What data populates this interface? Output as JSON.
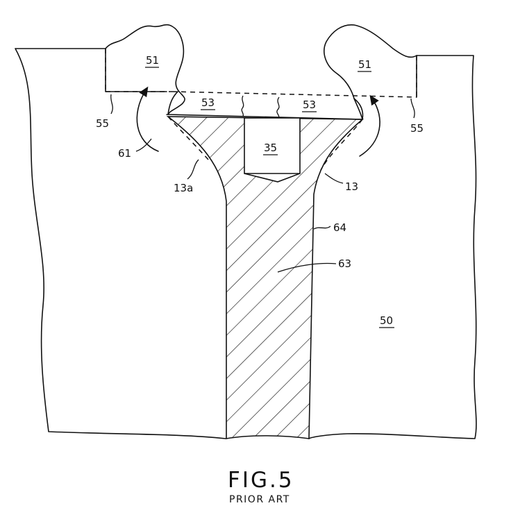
{
  "figure": {
    "title": "FIG.5",
    "subtitle": "PRIOR ART"
  },
  "labels": {
    "l51_left": "51",
    "l51_right": "51",
    "l53_left": "53",
    "l53_right": "53",
    "l35": "35",
    "l55_left": "55",
    "l55_right": "55",
    "l61": "61",
    "l13a": "13a",
    "l13": "13",
    "l64": "64",
    "l63": "63",
    "l50": "50"
  }
}
